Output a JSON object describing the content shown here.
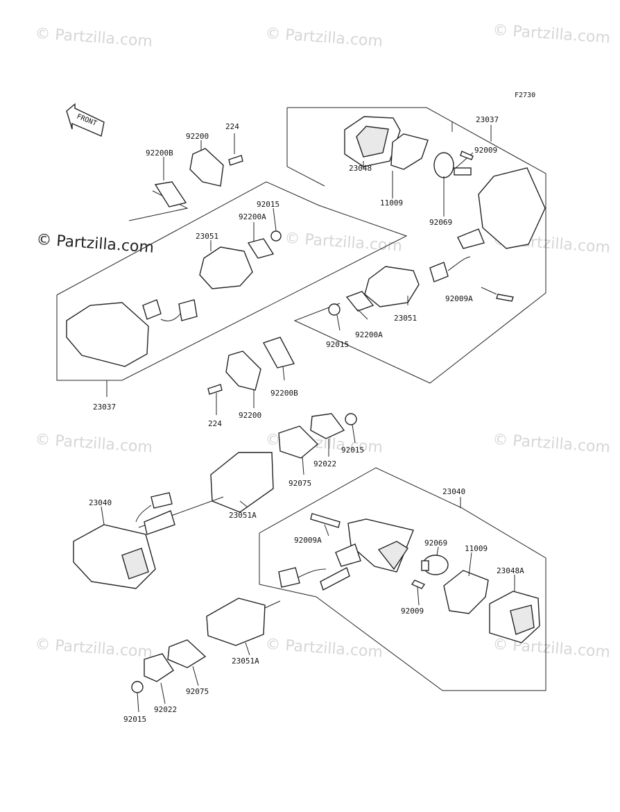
{
  "figure_ref": "F2730",
  "front_label": "FRONT",
  "watermark": "© Partzilla.com",
  "watermark_logo": "© Partzilla.com",
  "labels": {
    "l23037_right": "23037",
    "l92009_top": "92009",
    "l23048": "23048",
    "l11009_top": "11009",
    "l92069_top": "92069",
    "l92009A_top": "92009A",
    "l224_top": "224",
    "l92200_top": "92200",
    "l92200B_top": "92200B",
    "l92015_top": "92015",
    "l92200A_top": "92200A",
    "l23051_left": "23051",
    "l23051_right": "23051",
    "l92200A_mid": "92200A",
    "l92015_mid": "92015",
    "l92200B_mid": "92200B",
    "l23037_left": "23037",
    "l224_mid": "224",
    "l92200_mid": "92200",
    "l92015_low": "92015",
    "l92022_low": "92022",
    "l92075_low": "92075",
    "l23051A_top": "23051A",
    "l23040_left": "23040",
    "l23040_right": "23040",
    "l92009A_low": "92009A",
    "l92069_low": "92069",
    "l11009_low": "11009",
    "l23048A": "23048A",
    "l92009_low": "92009",
    "l23051A_low": "23051A",
    "l92075_bottom": "92075",
    "l92022_bottom": "92022",
    "l92015_bottom": "92015"
  }
}
